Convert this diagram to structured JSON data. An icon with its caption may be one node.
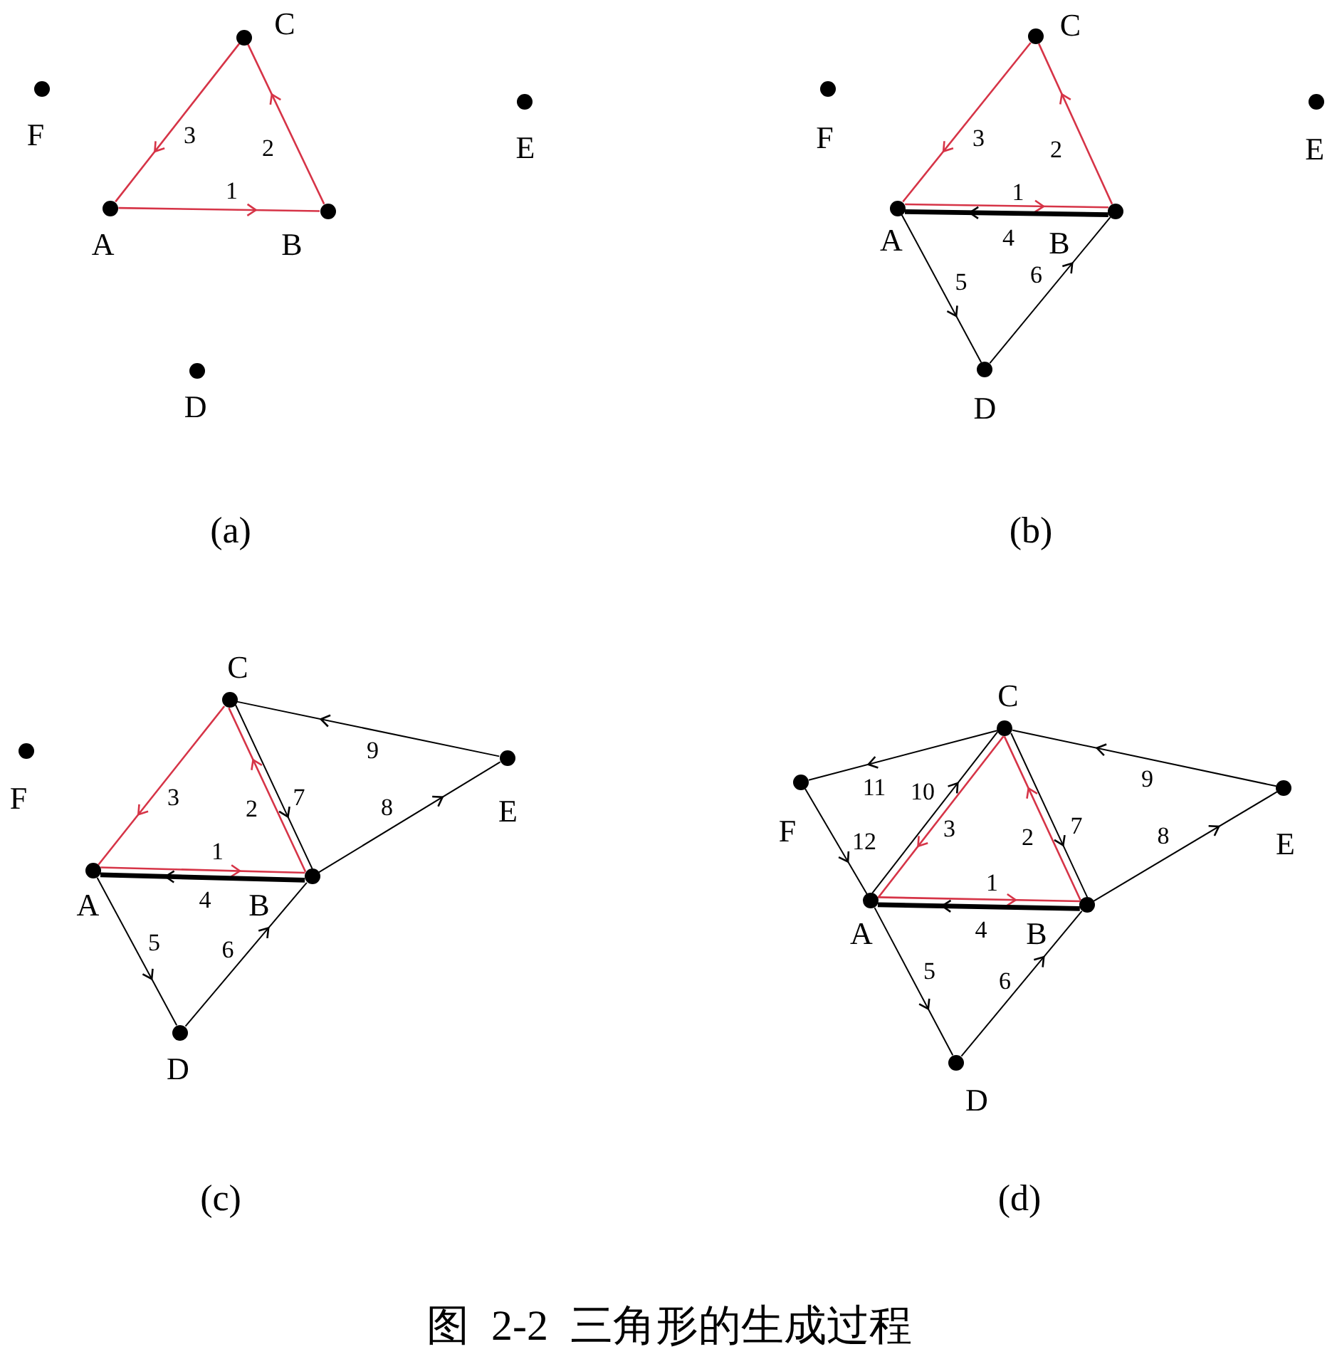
{
  "diagram": {
    "caption": "图 2-2 三角形的生成过程",
    "nodes": [
      {
        "text": [
          "C"
        ]
      },
      {
        "text": [
          "F"
        ]
      },
      {
        "text": [
          "E"
        ]
      },
      {
        "text": [
          "A"
        ]
      },
      {
        "text": [
          "B"
        ]
      },
      {
        "text": [
          "D"
        ]
      },
      {
        "text": [
          "C"
        ]
      },
      {
        "text": [
          "F"
        ]
      },
      {
        "text": [
          "E"
        ]
      },
      {
        "text": [
          "A"
        ]
      },
      {
        "text": [
          "B"
        ]
      },
      {
        "text": [
          "D"
        ]
      },
      {
        "text": [
          "C"
        ]
      },
      {
        "text": [
          "F"
        ]
      },
      {
        "text": [
          "E"
        ]
      },
      {
        "text": [
          "A"
        ]
      },
      {
        "text": [
          "B"
        ]
      },
      {
        "text": [
          "D"
        ]
      },
      {
        "text": [
          "C"
        ]
      },
      {
        "text": [
          "F"
        ]
      },
      {
        "text": [
          "E"
        ]
      },
      {
        "text": [
          "A"
        ]
      },
      {
        "text": [
          "B"
        ]
      },
      {
        "text": [
          "D"
        ]
      }
    ],
    "edges": [
      {
        "from": 3,
        "to": 4,
        "arrow": "to",
        "label": "1",
        "color": "#d63447"
      },
      {
        "from": 4,
        "to": 0,
        "arrow": "to",
        "label": "2",
        "color": "#d63447"
      },
      {
        "from": 0,
        "to": 3,
        "arrow": "to",
        "label": "3",
        "color": "#d63447"
      },
      {
        "from": 9,
        "to": 10,
        "arrow": "to",
        "label": "1",
        "color": "#d63447"
      },
      {
        "from": 10,
        "to": 6,
        "arrow": "to",
        "label": "2",
        "color": "#d63447"
      },
      {
        "from": 6,
        "to": 9,
        "arrow": "to",
        "label": "3",
        "color": "#d63447"
      },
      {
        "from": 10,
        "to": 9,
        "arrow": "to",
        "label": "4",
        "style": "thick"
      },
      {
        "from": 9,
        "to": 11,
        "arrow": "to",
        "label": "5"
      },
      {
        "from": 11,
        "to": 10,
        "arrow": "to",
        "label": "6"
      },
      {
        "from": 15,
        "to": 16,
        "arrow": "to",
        "label": "1",
        "color": "#d63447"
      },
      {
        "from": 16,
        "to": 12,
        "arrow": "to",
        "label": "2",
        "color": "#d63447"
      },
      {
        "from": 12,
        "to": 15,
        "arrow": "to",
        "label": "3",
        "color": "#d63447"
      },
      {
        "from": 16,
        "to": 15,
        "arrow": "to",
        "label": "4",
        "style": "thick"
      },
      {
        "from": 15,
        "to": 17,
        "arrow": "to",
        "label": "5"
      },
      {
        "from": 17,
        "to": 16,
        "arrow": "to",
        "label": "6"
      },
      {
        "from": 12,
        "to": 16,
        "arrow": "to",
        "label": "7"
      },
      {
        "from": 16,
        "to": 14,
        "arrow": "to",
        "label": "8"
      },
      {
        "from": 14,
        "to": 12,
        "arrow": "to",
        "label": "9"
      },
      {
        "from": 21,
        "to": 22,
        "arrow": "to",
        "label": "1",
        "color": "#d63447"
      },
      {
        "from": 22,
        "to": 18,
        "arrow": "to",
        "label": "2",
        "color": "#d63447"
      },
      {
        "from": 18,
        "to": 21,
        "arrow": "to",
        "label": "3",
        "color": "#d63447"
      },
      {
        "from": 22,
        "to": 21,
        "arrow": "to",
        "label": "4",
        "style": "thick"
      },
      {
        "from": 21,
        "to": 23,
        "arrow": "to",
        "label": "5"
      },
      {
        "from": 23,
        "to": 22,
        "arrow": "to",
        "label": "6"
      },
      {
        "from": 18,
        "to": 22,
        "arrow": "to",
        "label": "7"
      },
      {
        "from": 22,
        "to": 20,
        "arrow": "to",
        "label": "8"
      },
      {
        "from": 20,
        "to": 18,
        "arrow": "to",
        "label": "9"
      },
      {
        "from": 21,
        "to": 18,
        "arrow": "to",
        "label": "10"
      },
      {
        "from": 18,
        "to": 19,
        "arrow": "to",
        "label": "11"
      },
      {
        "from": 19,
        "to": 21,
        "arrow": "to",
        "label": "12"
      }
    ],
    "labels": [
      "(a)",
      "(b)",
      "(c)",
      "(d)"
    ]
  }
}
